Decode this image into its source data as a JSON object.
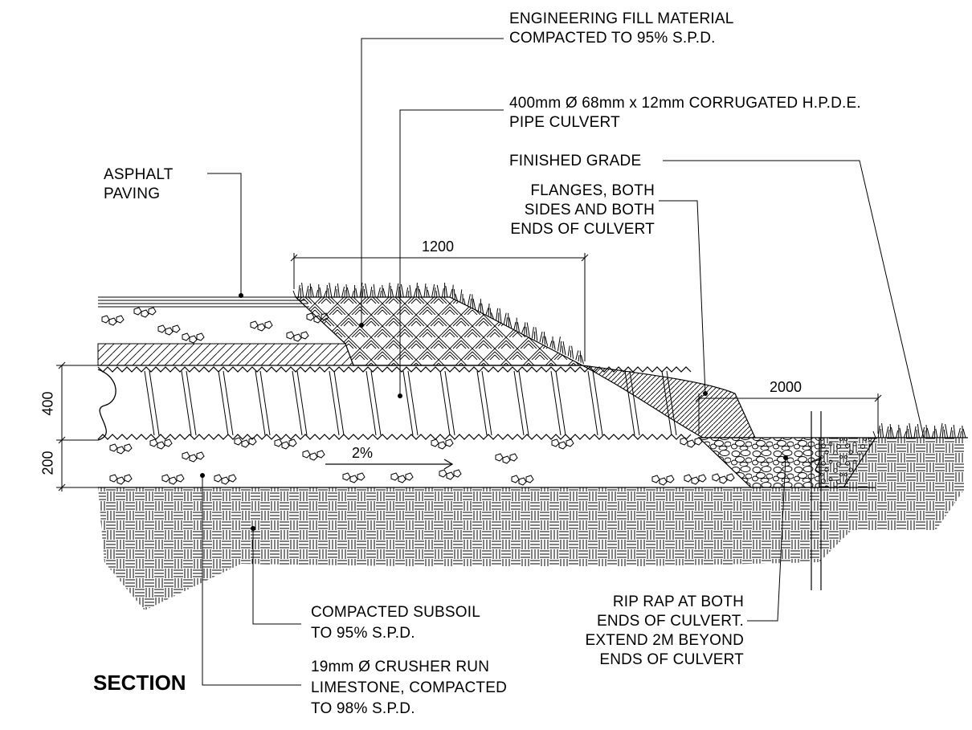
{
  "title": "SECTION",
  "labels": {
    "fill": [
      "ENGINEERING FILL MATERIAL",
      "COMPACTED TO 95% S.P.D."
    ],
    "pipe": [
      "400mm Ø  68mm x 12mm  CORRUGATED H.P.D.E.",
      "PIPE CULVERT"
    ],
    "grade": [
      "FINISHED GRADE"
    ],
    "flanges": [
      "FLANGES, BOTH",
      "SIDES AND BOTH",
      "ENDS OF CULVERT"
    ],
    "asphalt": [
      "ASPHALT",
      "PAVING"
    ],
    "subsoil": [
      "COMPACTED SUBSOIL",
      "TO 95% S.P.D."
    ],
    "limestone": [
      "19mm Ø CRUSHER RUN",
      "LIMESTONE, COMPACTED",
      "TO 98% S.P.D."
    ],
    "riprap": [
      "RIP RAP AT BOTH",
      "ENDS OF CULVERT.",
      "EXTEND 2M BEYOND",
      "ENDS OF CULVERT"
    ]
  },
  "dimensions": {
    "fill_width": "1200",
    "riprap_width": "2000",
    "pipe_height": "400",
    "bedding_depth": "200",
    "slope": "2%"
  }
}
